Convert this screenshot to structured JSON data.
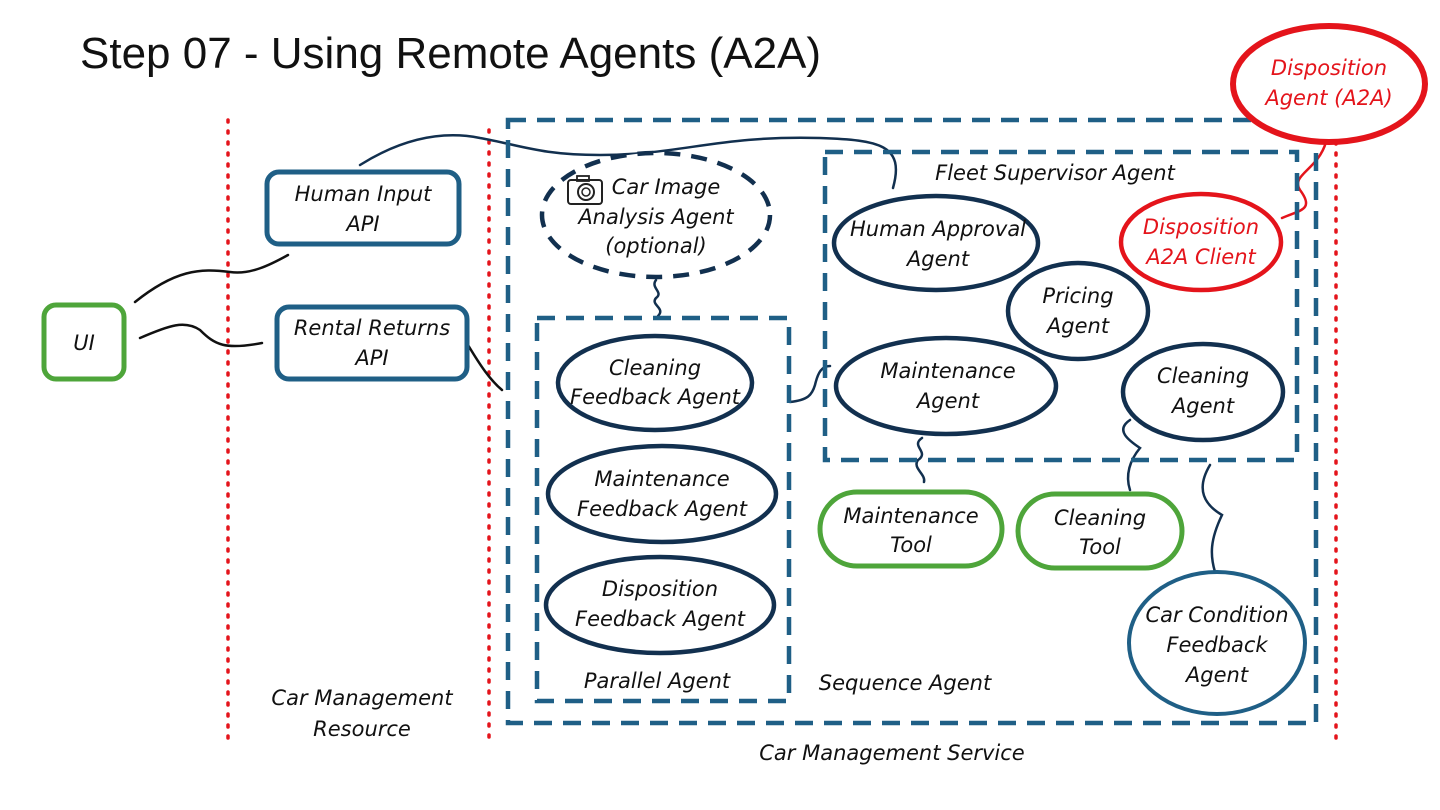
{
  "title": "Step 07 - Using Remote Agents (A2A)",
  "colors": {
    "agent_outline": "#12304f",
    "api_outline": "#1f5f86",
    "tool_outline": "#4ea53a",
    "remote_outline": "#e4141b",
    "zone_divider": "#e4141b"
  },
  "ui_node": {
    "label": "UI"
  },
  "apis": {
    "human_input": {
      "line1": "Human Input",
      "line2": "API"
    },
    "rental_returns": {
      "line1": "Rental Returns",
      "line2": "API"
    }
  },
  "zones": {
    "resource": {
      "line1": "Car Management",
      "line2": "Resource"
    },
    "service": {
      "label": "Car Management Service"
    }
  },
  "image_agent": {
    "icon": "camera-icon",
    "line1": "Car Image",
    "line2": "Analysis Agent",
    "line3": "(optional)"
  },
  "parallel_agent": {
    "label": "Parallel Agent",
    "agents": [
      {
        "line1": "Cleaning",
        "line2": "Feedback Agent"
      },
      {
        "line1": "Maintenance",
        "line2": "Feedback Agent"
      },
      {
        "line1": "Disposition",
        "line2": "Feedback Agent"
      }
    ]
  },
  "sequence_agent": {
    "label": "Sequence Agent"
  },
  "fleet_supervisor": {
    "label": "Fleet Supervisor Agent",
    "human_approval": {
      "line1": "Human Approval",
      "line2": "Agent"
    },
    "pricing": {
      "line1": "Pricing",
      "line2": "Agent"
    },
    "maintenance": {
      "line1": "Maintenance",
      "line2": "Agent"
    },
    "cleaning": {
      "line1": "Cleaning",
      "line2": "Agent"
    },
    "a2a_client": {
      "line1": "Disposition",
      "line2": "A2A Client"
    }
  },
  "tools": {
    "maintenance": {
      "line1": "Maintenance",
      "line2": "Tool"
    },
    "cleaning": {
      "line1": "Cleaning",
      "line2": "Tool"
    }
  },
  "car_condition": {
    "line1": "Car Condition",
    "line2": "Feedback",
    "line3": "Agent"
  },
  "remote_agent": {
    "line1": "Disposition",
    "line2": "Agent (A2A)"
  }
}
